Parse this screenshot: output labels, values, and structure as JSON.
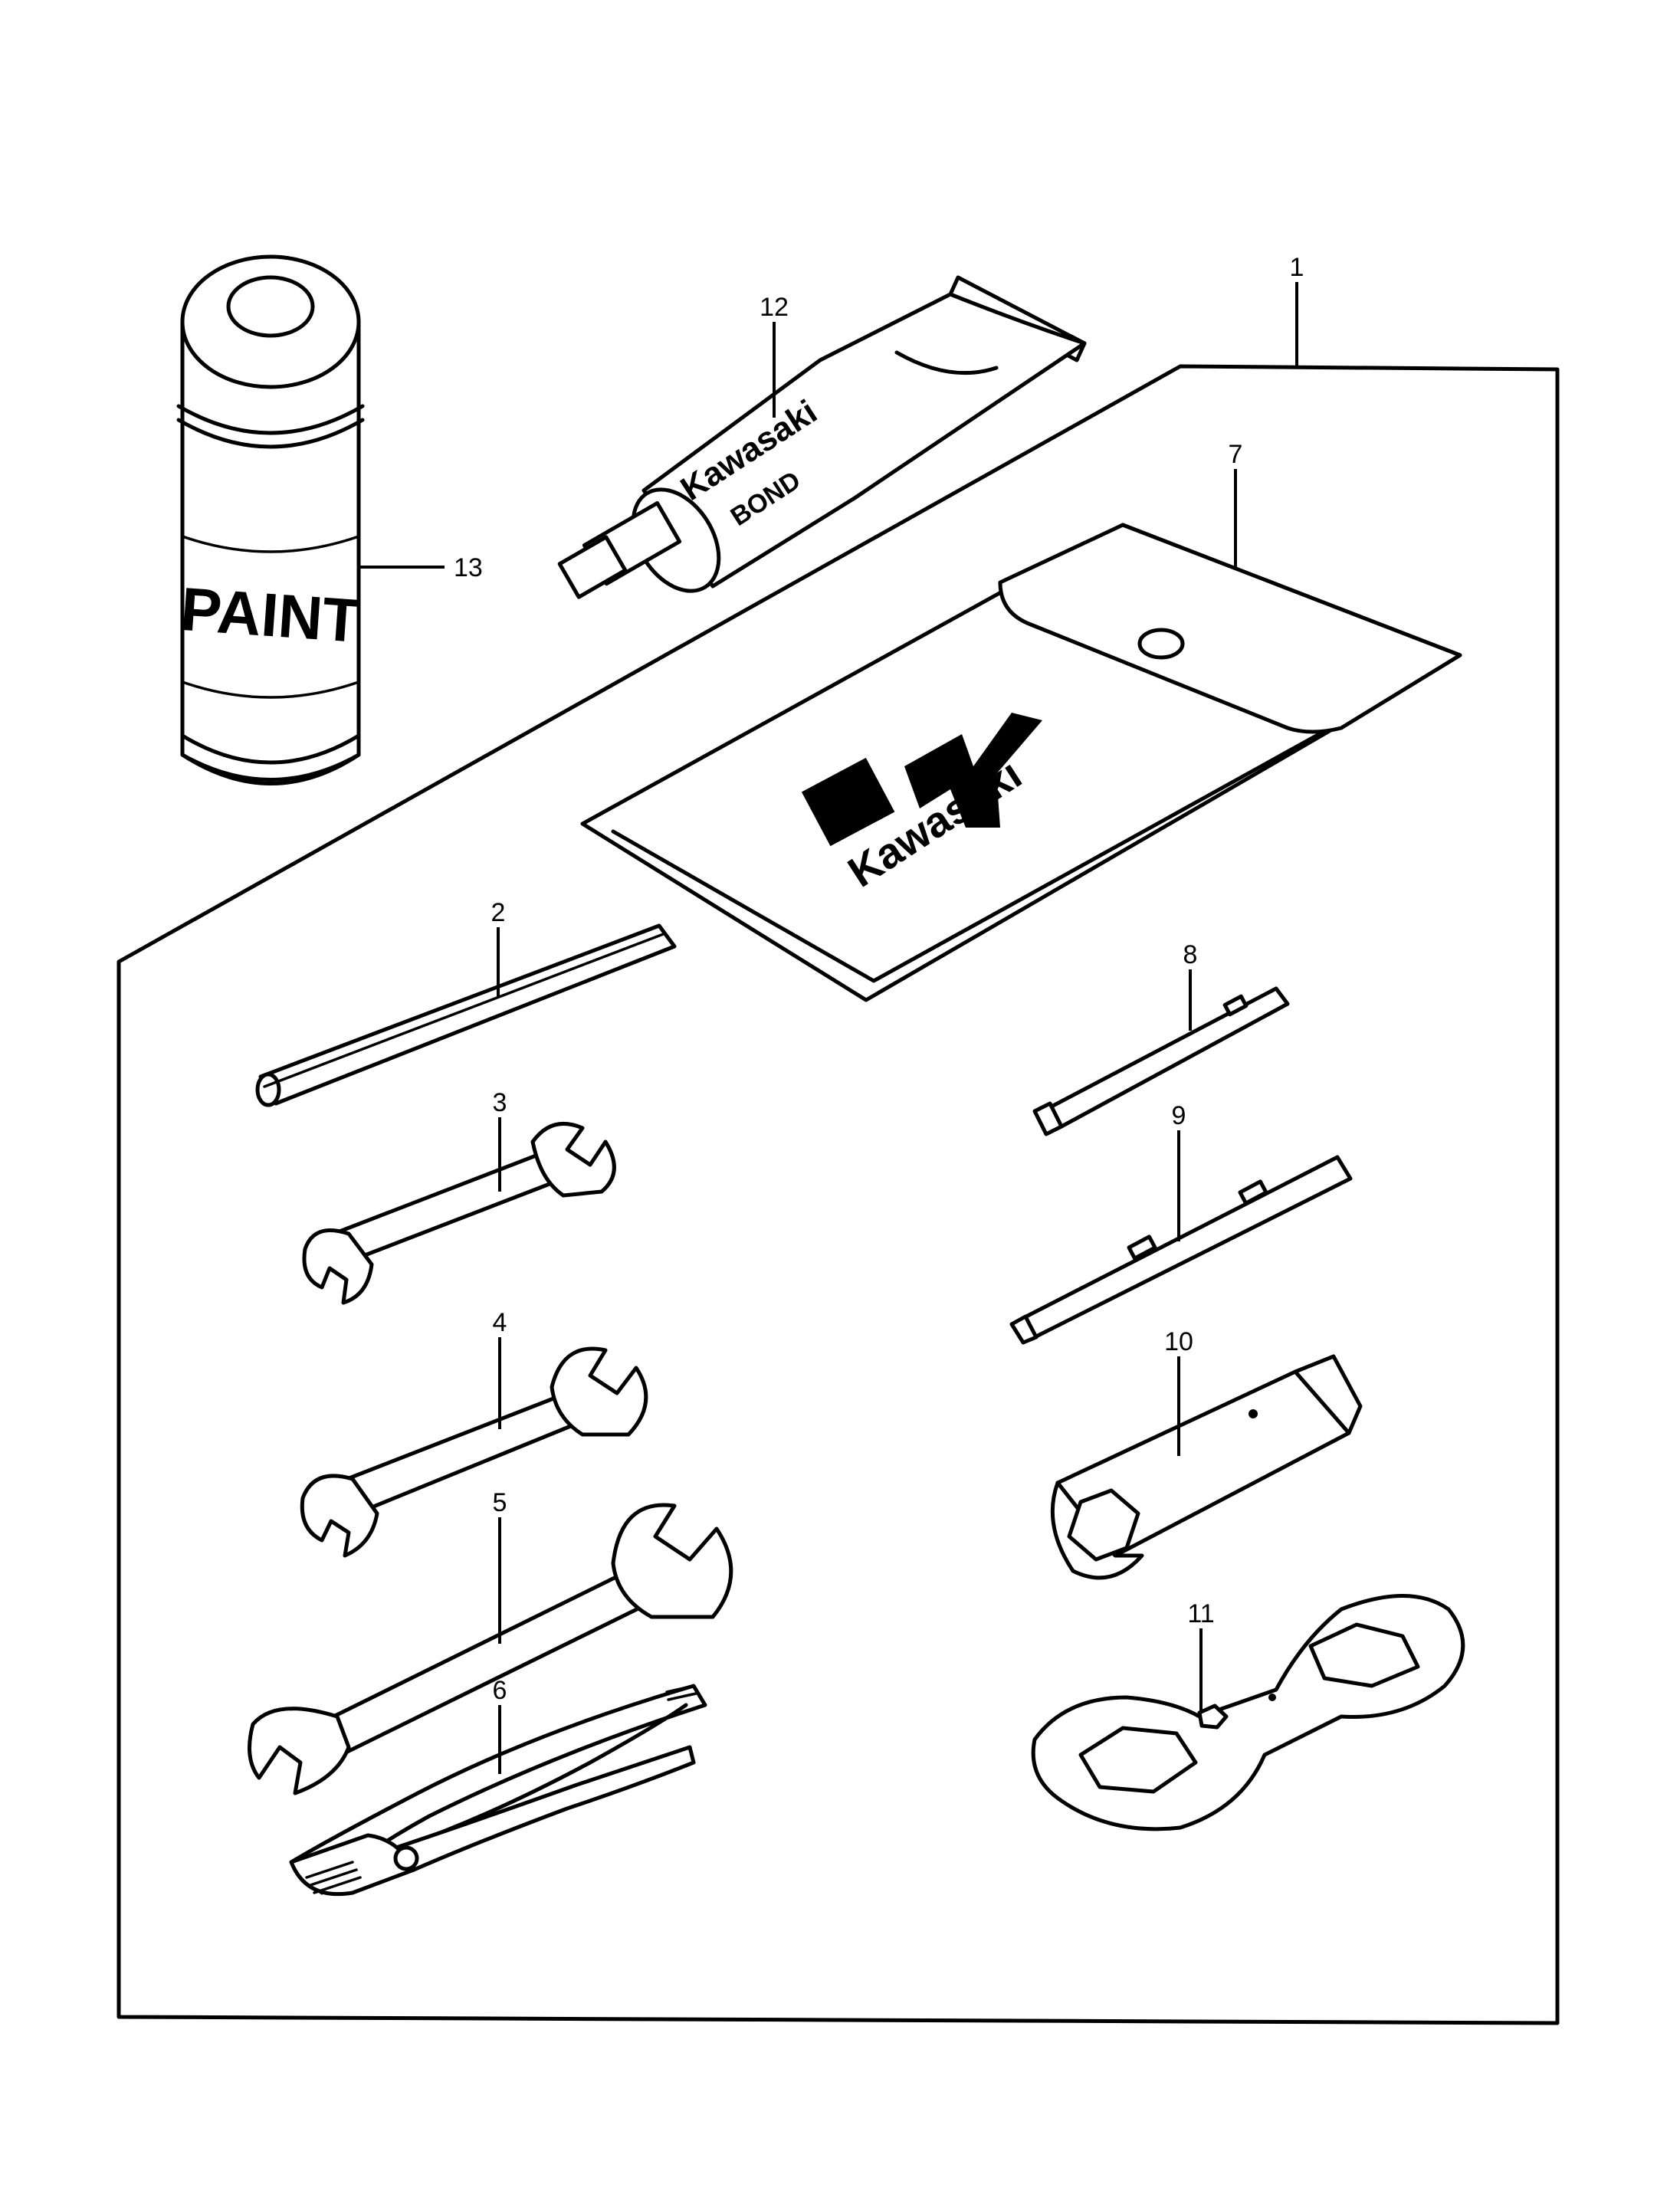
{
  "callouts": {
    "c1": "1",
    "c2": "2",
    "c3": "3",
    "c4": "4",
    "c5": "5",
    "c6": "6",
    "c7": "7",
    "c8": "8",
    "c9": "9",
    "c10": "10",
    "c11": "11",
    "c12": "12",
    "c13": "13"
  },
  "labels": {
    "paint": "PAINT",
    "tube_brand": "Kawasaki",
    "tube_product": "BOND",
    "pouch_brand": "Kawasaki"
  },
  "colors": {
    "line": "#000000",
    "background": "#ffffff"
  }
}
